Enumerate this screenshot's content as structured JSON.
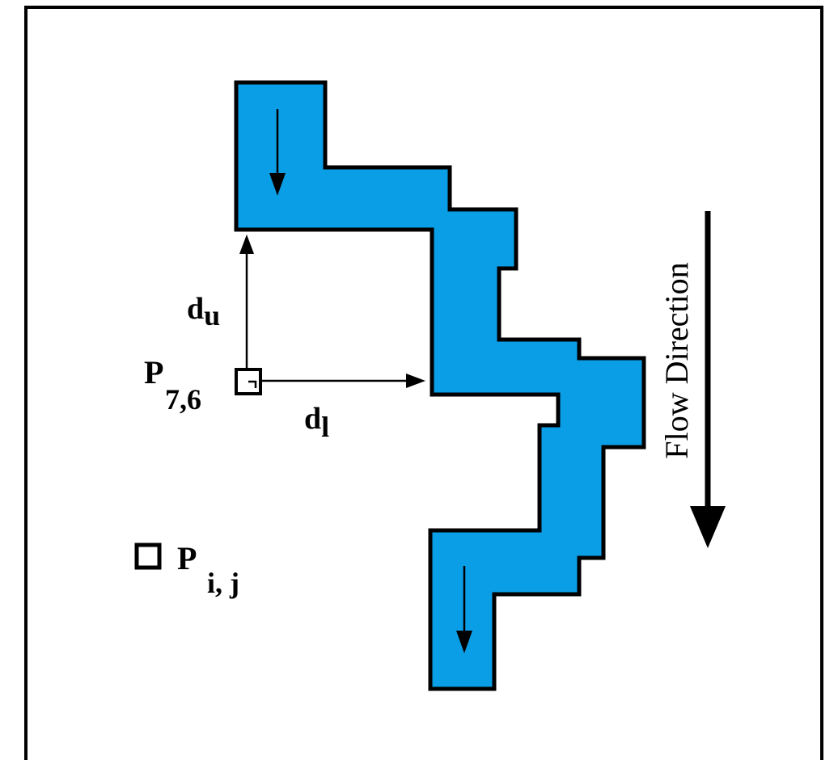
{
  "labels": {
    "du_main": "d",
    "du_sub": "u",
    "dl_main": "d",
    "dl_sub": "l",
    "p76_main": "P",
    "p76_sub": "7,6",
    "pij_main": "P",
    "pij_sub": "i, j",
    "flow_direction": "Flow Direction"
  },
  "colors": {
    "river_fill": "#0a9ee6",
    "outline": "#000000",
    "background": "#ffffff"
  }
}
